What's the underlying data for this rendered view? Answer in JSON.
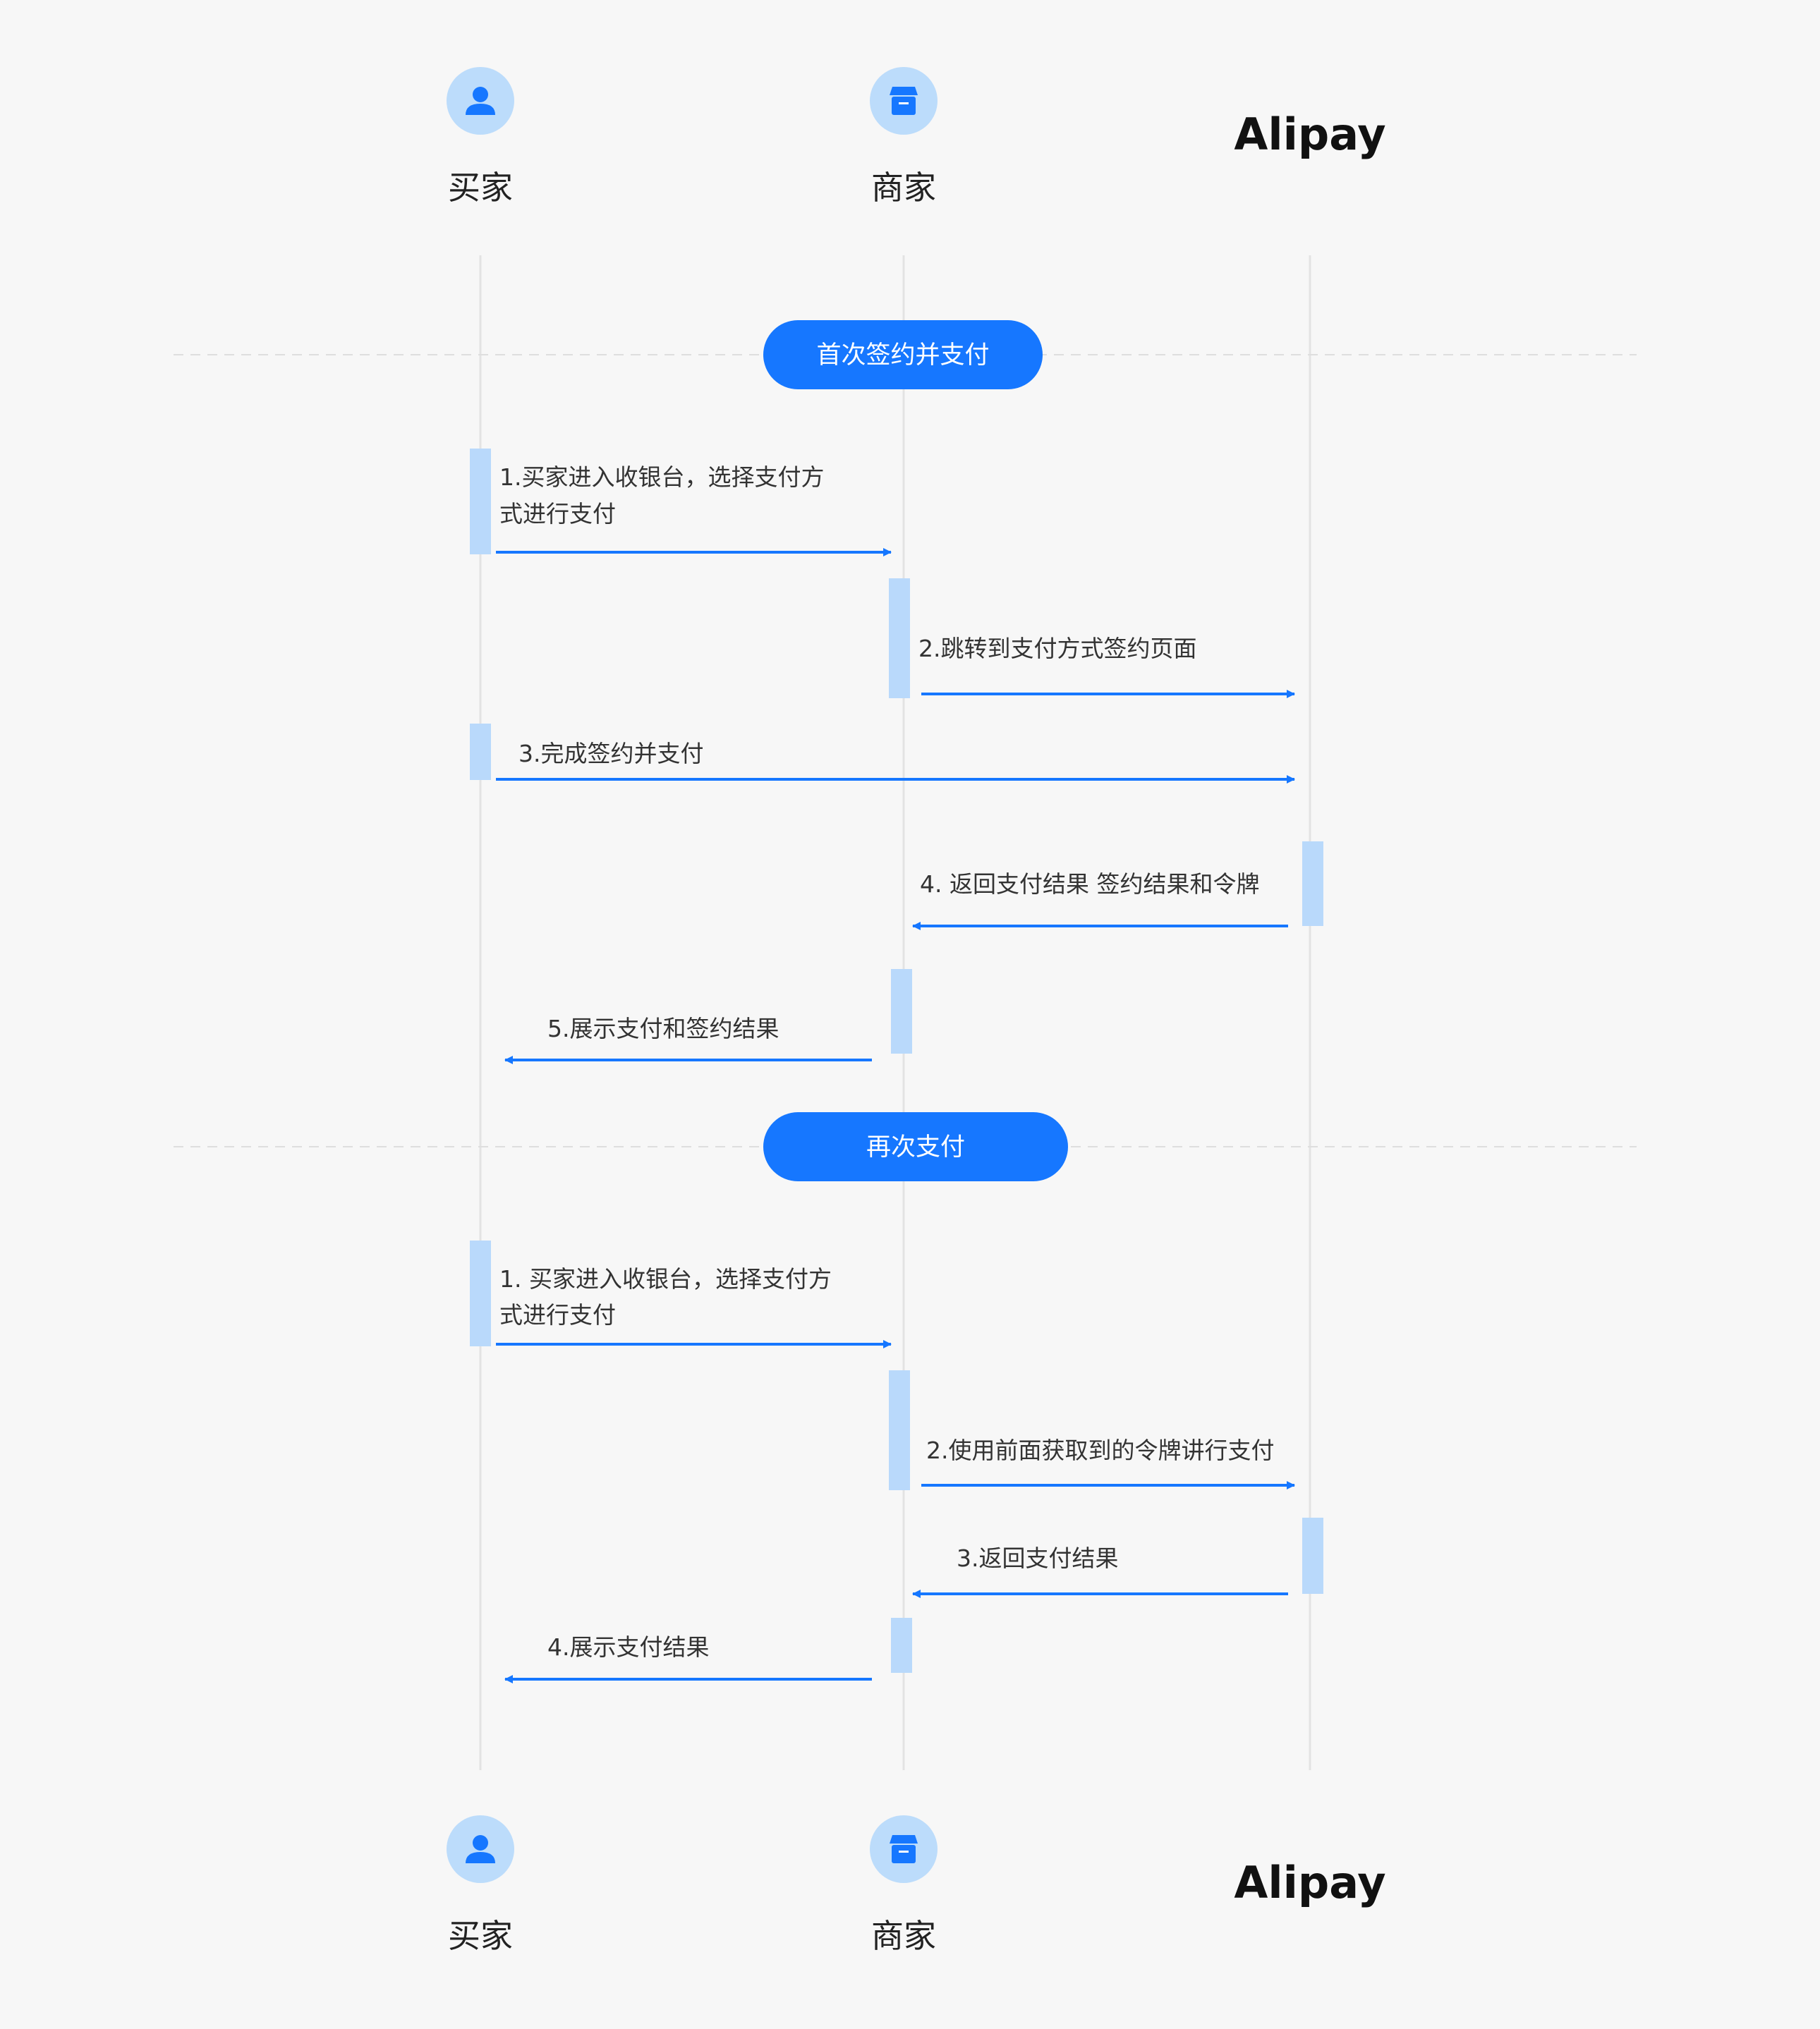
{
  "participants": [
    {
      "id": "buyer",
      "label": "买家",
      "icon": "user-icon"
    },
    {
      "id": "merchant",
      "label": "商家",
      "icon": "store-icon"
    },
    {
      "id": "alipay",
      "label": "Alipay",
      "icon": "alipay-logo"
    }
  ],
  "sections": [
    {
      "title": "首次签约并支付",
      "messages": [
        {
          "lines": [
            "1.买家进入收银台，选择支付方",
            "式进行支付"
          ],
          "from": "buyer",
          "to": "merchant"
        },
        {
          "lines": [
            "2.跳转到支付方式签约页面"
          ],
          "from": "merchant",
          "to": "alipay"
        },
        {
          "lines": [
            "3.完成签约并支付"
          ],
          "from": "buyer",
          "to": "alipay"
        },
        {
          "lines": [
            "4. 返回支付结果 签约结果和令牌"
          ],
          "from": "alipay",
          "to": "merchant"
        },
        {
          "lines": [
            "5.展示支付和签约结果"
          ],
          "from": "merchant",
          "to": "buyer"
        }
      ]
    },
    {
      "title": "再次支付",
      "messages": [
        {
          "lines": [
            "1. 买家进入收银台，选择支付方",
            "式进行支付"
          ],
          "from": "buyer",
          "to": "merchant"
        },
        {
          "lines": [
            "2.使用前面获取到的令牌讲行支付"
          ],
          "from": "merchant",
          "to": "alipay"
        },
        {
          "lines": [
            "3.返回支付结果"
          ],
          "from": "alipay",
          "to": "merchant"
        },
        {
          "lines": [
            "4.展示支付结果"
          ],
          "from": "merchant",
          "to": "buyer"
        }
      ]
    }
  ],
  "colors": {
    "accent": "#1677ff",
    "activation": "#b9d9fb",
    "icon_circle": "#bcdcfb",
    "lifeline": "#e3e3e3",
    "text": "#333333",
    "background": "#f7f7f7"
  }
}
